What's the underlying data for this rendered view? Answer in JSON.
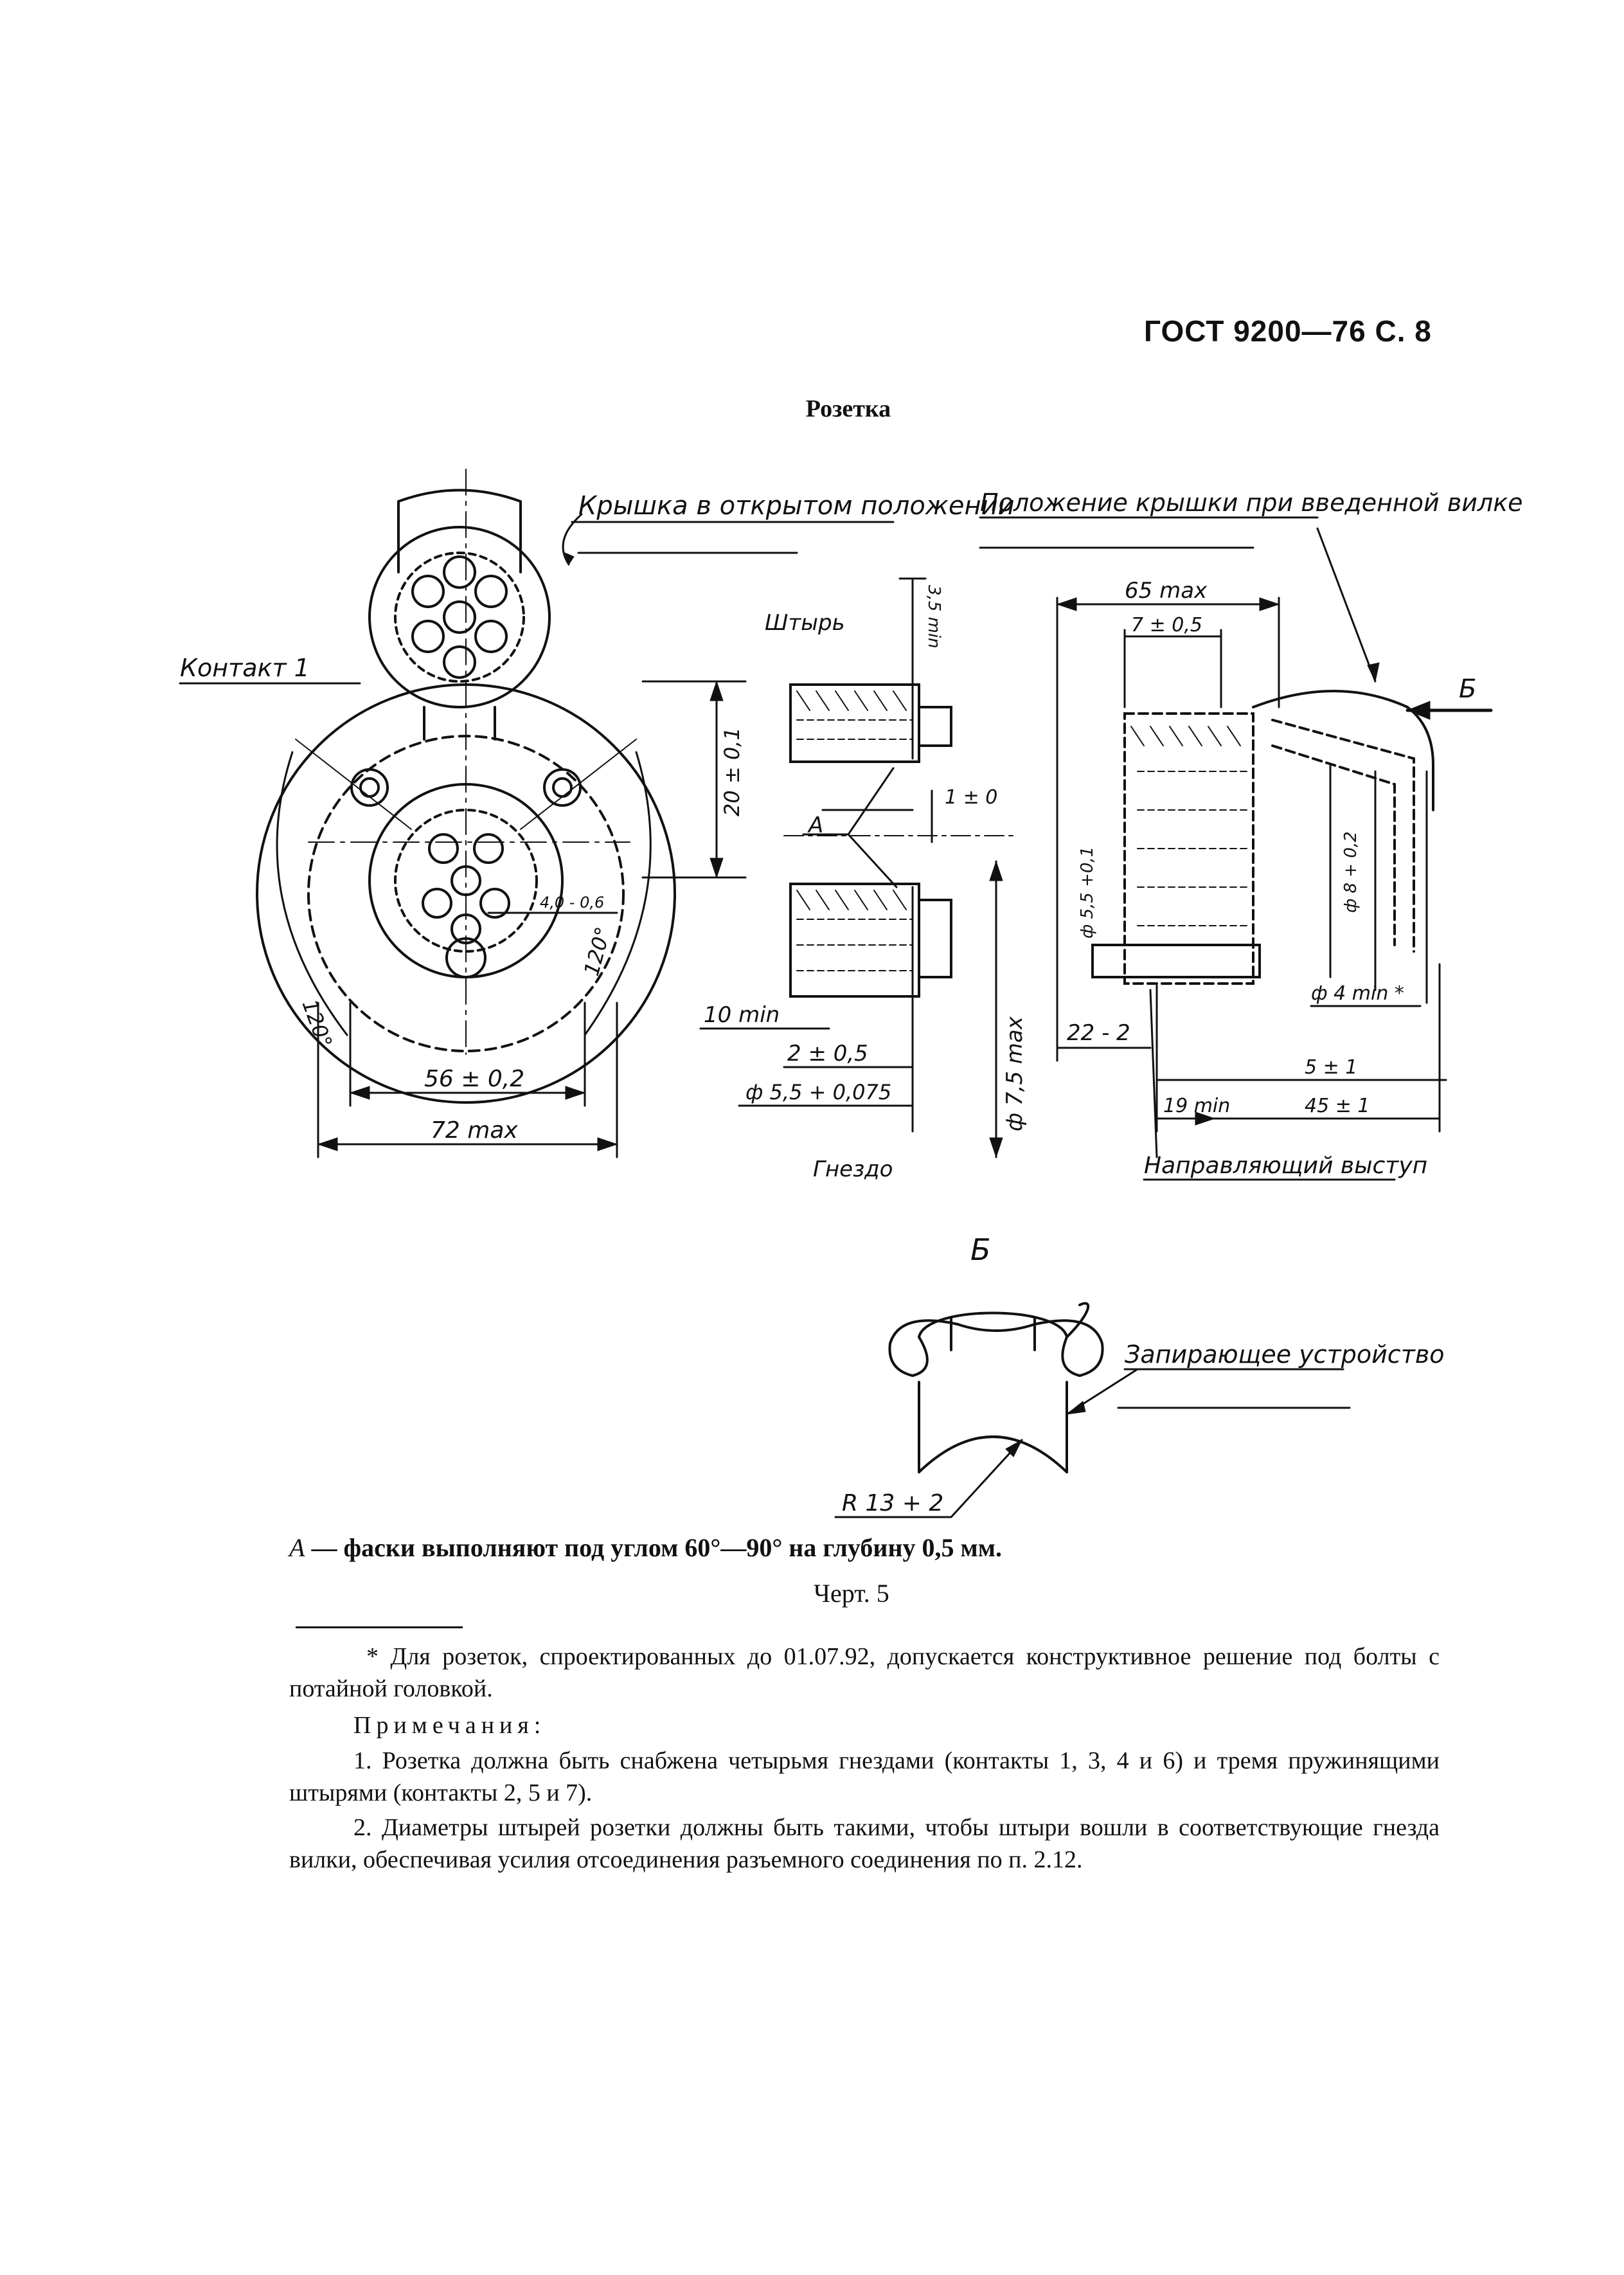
{
  "header": {
    "standard_ref": "ГОСТ 9200—76 С. 8"
  },
  "figure": {
    "title": "Розетка",
    "labels": {
      "cover_open": "Крышка в открытом положении",
      "cover_inserted": "Положение крышки при введенной вилке",
      "contact_1": "Контакт 1",
      "pin": "Штырь",
      "socket": "Гнездо",
      "guide": "Направляющий выступ",
      "lock": "Запирающее устройство",
      "callout_a": "А",
      "view_b": "Б"
    },
    "dims": {
      "d20": "20 ± 0,1",
      "d56": "56 ± 0,2",
      "d72": "72 max",
      "a120": "120°",
      "d4": "4,0 - 0,6",
      "d3_5": "3,5 min",
      "d1": "1 ± 0",
      "d10": "10 min",
      "d2": "2 ± 0,5",
      "d5_5": "ф 5,5 + 0,075",
      "d7_5": "ф 7,5 max",
      "d65": "65 max",
      "d7": "7 ± 0,5",
      "d22": "22 - 2",
      "d19": "19 min",
      "d45": "45 ± 1",
      "d5": "5 ± 1",
      "d8": "ф 8 + 0,2",
      "d4_min": "ф 4 min *",
      "d_small": "ф 5,5 +0,1",
      "r13": "R 13 + 2"
    }
  },
  "note_a": {
    "lead": "А",
    "text": " — фаски выполняют под углом 60°—90° на глубину 0,5 мм."
  },
  "figure_number": "Черт. 5",
  "footnote": "* Для розеток, спроектированных до 01.07.92, допускается конструктивное решение под болты с потайной головкой.",
  "notes": {
    "heading": "Примечания:",
    "items": [
      "1. Розетка должна быть снабжена четырьмя гнездами (контакты 1, 3, 4 и 6) и тремя пружинящими штырями (контакты 2, 5 и 7).",
      "2. Диаметры штырей розетки должны быть такими, чтобы штыри вошли в соответствующие гнезда вилки, обеспечивая усилия отсоединения разъемного соединения по п. 2.12."
    ]
  }
}
